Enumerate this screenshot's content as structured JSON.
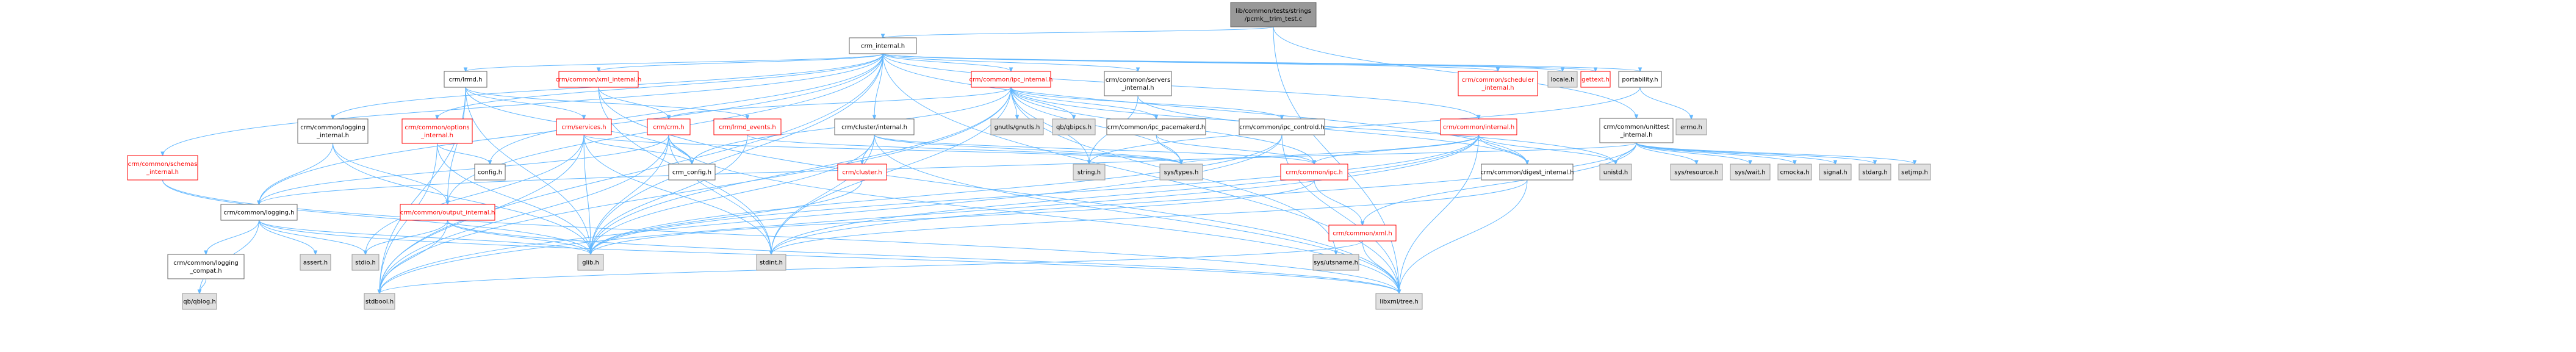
{
  "diagram": {
    "nodes": [
      {
        "id": "root",
        "label": [
          "lib/common/tests/strings",
          "/pcmk__trim_test.c"
        ],
        "style": "root"
      },
      {
        "id": "crm_internal",
        "label": [
          "crm_internal.h"
        ],
        "style": "plain"
      },
      {
        "id": "unittest",
        "label": [
          "crm/common/unittest",
          "_internal.h"
        ],
        "style": "plain"
      },
      {
        "id": "libxml_tree",
        "label": [
          "libxml/tree.h"
        ],
        "style": "sys"
      },
      {
        "id": "crm_lrmd",
        "label": [
          "crm/lrmd.h"
        ],
        "style": "plain"
      },
      {
        "id": "xml_internal",
        "label": [
          "crm/common/xml_internal.h"
        ],
        "style": "red"
      },
      {
        "id": "ipc_internal",
        "label": [
          "crm/common/ipc_internal.h"
        ],
        "style": "red"
      },
      {
        "id": "servers_internal",
        "label": [
          "crm/common/servers",
          "_internal.h"
        ],
        "style": "plain"
      },
      {
        "id": "scheduler_internal",
        "label": [
          "crm/common/scheduler",
          "_internal.h"
        ],
        "style": "red"
      },
      {
        "id": "locale",
        "label": [
          "locale.h"
        ],
        "style": "sys"
      },
      {
        "id": "gettext",
        "label": [
          "gettext.h"
        ],
        "style": "red"
      },
      {
        "id": "portability",
        "label": [
          "portability.h"
        ],
        "style": "plain"
      },
      {
        "id": "logging_internal",
        "label": [
          "crm/common/logging",
          "_internal.h"
        ],
        "style": "plain"
      },
      {
        "id": "options_internal",
        "label": [
          "crm/common/options",
          "_internal.h"
        ],
        "style": "red"
      },
      {
        "id": "schemas_internal",
        "label": [
          "crm/common/schemas",
          "_internal.h"
        ],
        "style": "red"
      },
      {
        "id": "cluster_internal",
        "label": [
          "crm/cluster/internal.h"
        ],
        "style": "plain"
      },
      {
        "id": "gnutls",
        "label": [
          "gnutls/gnutls.h"
        ],
        "style": "sys"
      },
      {
        "id": "qbipcs",
        "label": [
          "qb/qbipcs.h"
        ],
        "style": "sys"
      },
      {
        "id": "ipc_pacemakerd",
        "label": [
          "crm/common/ipc_pacemakerd.h"
        ],
        "style": "plain"
      },
      {
        "id": "ipc_controld",
        "label": [
          "crm/common/ipc_controld.h"
        ],
        "style": "plain"
      },
      {
        "id": "common_internal",
        "label": [
          "crm/common/internal.h"
        ],
        "style": "red"
      },
      {
        "id": "errno",
        "label": [
          "errno.h"
        ],
        "style": "sys"
      },
      {
        "id": "crm_services",
        "label": [
          "crm/services.h"
        ],
        "style": "red"
      },
      {
        "id": "crm_crm",
        "label": [
          "crm/crm.h"
        ],
        "style": "red"
      },
      {
        "id": "lrmd_events",
        "label": [
          "crm/lrmd_events.h"
        ],
        "style": "red"
      },
      {
        "id": "config",
        "label": [
          "config.h"
        ],
        "style": "plain"
      },
      {
        "id": "crm_config",
        "label": [
          "crm_config.h"
        ],
        "style": "plain"
      },
      {
        "id": "string",
        "label": [
          "string.h"
        ],
        "style": "sys"
      },
      {
        "id": "sys_types",
        "label": [
          "sys/types.h"
        ],
        "style": "sys"
      },
      {
        "id": "common_ipc",
        "label": [
          "crm/common/ipc.h"
        ],
        "style": "red"
      },
      {
        "id": "digest_internal",
        "label": [
          "crm/common/digest_internal.h"
        ],
        "style": "plain"
      },
      {
        "id": "unistd",
        "label": [
          "unistd.h"
        ],
        "style": "sys"
      },
      {
        "id": "common_logging",
        "label": [
          "crm/common/logging.h"
        ],
        "style": "plain"
      },
      {
        "id": "output_internal",
        "label": [
          "crm/common/output_internal.h"
        ],
        "style": "red"
      },
      {
        "id": "crm_cluster",
        "label": [
          "crm/cluster.h"
        ],
        "style": "red"
      },
      {
        "id": "sys_resource",
        "label": [
          "sys/resource.h"
        ],
        "style": "sys"
      },
      {
        "id": "sys_wait",
        "label": [
          "sys/wait.h"
        ],
        "style": "sys"
      },
      {
        "id": "cmocka",
        "label": [
          "cmocka.h"
        ],
        "style": "sys"
      },
      {
        "id": "signal",
        "label": [
          "signal.h"
        ],
        "style": "sys"
      },
      {
        "id": "stdarg",
        "label": [
          "stdarg.h"
        ],
        "style": "sys"
      },
      {
        "id": "setjmp",
        "label": [
          "setjmp.h"
        ],
        "style": "sys"
      },
      {
        "id": "logging_compat",
        "label": [
          "crm/common/logging",
          "_compat.h"
        ],
        "style": "plain"
      },
      {
        "id": "assert",
        "label": [
          "assert.h"
        ],
        "style": "sys"
      },
      {
        "id": "stdio",
        "label": [
          "stdio.h"
        ],
        "style": "sys"
      },
      {
        "id": "glib",
        "label": [
          "glib.h"
        ],
        "style": "sys"
      },
      {
        "id": "stdint",
        "label": [
          "stdint.h"
        ],
        "style": "sys"
      },
      {
        "id": "sys_utsname",
        "label": [
          "sys/utsname.h"
        ],
        "style": "sys"
      },
      {
        "id": "common_xml",
        "label": [
          "crm/common/xml.h"
        ],
        "style": "red"
      },
      {
        "id": "qblog",
        "label": [
          "qb/qblog.h"
        ],
        "style": "sys"
      },
      {
        "id": "stdbool",
        "label": [
          "stdbool.h"
        ],
        "style": "sys"
      }
    ],
    "edges": [
      [
        "root",
        "crm_internal"
      ],
      [
        "root",
        "unittest"
      ],
      [
        "root",
        "libxml_tree"
      ],
      [
        "crm_internal",
        "config"
      ],
      [
        "crm_internal",
        "glib"
      ],
      [
        "crm_internal",
        "stdbool"
      ],
      [
        "crm_internal",
        "libxml_tree"
      ],
      [
        "crm_internal",
        "crm_lrmd"
      ],
      [
        "crm_internal",
        "common_logging"
      ],
      [
        "crm_internal",
        "logging_internal"
      ],
      [
        "crm_internal",
        "ipc_internal"
      ],
      [
        "crm_internal",
        "options_internal"
      ],
      [
        "crm_internal",
        "output_internal"
      ],
      [
        "crm_internal",
        "xml_internal"
      ],
      [
        "crm_internal",
        "common_internal"
      ],
      [
        "crm_internal",
        "digest_internal"
      ],
      [
        "crm_internal",
        "schemas_internal"
      ],
      [
        "crm_internal",
        "servers_internal"
      ],
      [
        "crm_internal",
        "scheduler_internal"
      ],
      [
        "crm_internal",
        "cluster_internal"
      ],
      [
        "crm_internal",
        "locale"
      ],
      [
        "crm_internal",
        "gettext"
      ],
      [
        "crm_internal",
        "portability"
      ],
      [
        "unittest",
        "signal"
      ],
      [
        "unittest",
        "stdarg"
      ],
      [
        "unittest",
        "stddef"
      ],
      [
        "unittest",
        "setjmp"
      ],
      [
        "unittest",
        "cmocka"
      ],
      [
        "unittest",
        "sys_resource"
      ],
      [
        "unittest",
        "sys_wait"
      ],
      [
        "unittest",
        "unistd"
      ],
      [
        "unittest",
        "common_xml"
      ],
      [
        "unittest",
        "stdint"
      ],
      [
        "unittest",
        "sys_types"
      ],
      [
        "crm_lrmd",
        "stdbool"
      ],
      [
        "crm_lrmd",
        "glib"
      ],
      [
        "crm_lrmd",
        "crm_config"
      ],
      [
        "crm_lrmd",
        "crm_services"
      ],
      [
        "crm_lrmd",
        "lrmd_events"
      ],
      [
        "crm_lrmd",
        "output_internal"
      ],
      [
        "xml_internal",
        "crm_crm"
      ],
      [
        "xml_internal",
        "stdint"
      ],
      [
        "xml_internal",
        "libxml_tree"
      ],
      [
        "ipc_internal",
        "stdbool"
      ],
      [
        "ipc_internal",
        "stdint"
      ],
      [
        "ipc_internal",
        "sys_types"
      ],
      [
        "ipc_internal",
        "glib"
      ],
      [
        "ipc_internal",
        "gnutls"
      ],
      [
        "ipc_internal",
        "qbipcs"
      ],
      [
        "ipc_internal",
        "crm_config"
      ],
      [
        "ipc_internal",
        "crm_crm"
      ],
      [
        "ipc_internal",
        "common_ipc"
      ],
      [
        "ipc_internal",
        "ipc_controld"
      ],
      [
        "ipc_internal",
        "ipc_pacemakerd"
      ],
      [
        "ipc_internal",
        "sys_utsname"
      ],
      [
        "ipc_internal",
        "string"
      ],
      [
        "ipc_internal",
        "unistd"
      ],
      [
        "servers_internal",
        "digest_internal"
      ],
      [
        "servers_internal",
        "string"
      ],
      [
        "portability",
        "errno"
      ],
      [
        "portability",
        "string"
      ],
      [
        "logging_internal",
        "glib"
      ],
      [
        "logging_internal",
        "common_logging"
      ],
      [
        "logging_internal",
        "output_internal"
      ],
      [
        "options_internal",
        "config"
      ],
      [
        "options_internal",
        "glib"
      ],
      [
        "options_internal",
        "stdbool"
      ],
      [
        "schemas_internal",
        "glib"
      ],
      [
        "schemas_internal",
        "libxml_tree"
      ],
      [
        "cluster_internal",
        "stdint"
      ],
      [
        "cluster_internal",
        "glib"
      ],
      [
        "cluster_internal",
        "libxml_tree"
      ],
      [
        "cluster_internal",
        "crm_cluster"
      ],
      [
        "cluster_internal",
        "common_ipc"
      ],
      [
        "cluster_internal",
        "sys_types"
      ],
      [
        "ipc_pacemakerd",
        "sys_types"
      ],
      [
        "ipc_pacemakerd",
        "common_ipc"
      ],
      [
        "ipc_controld",
        "stdbool"
      ],
      [
        "ipc_controld",
        "glib"
      ],
      [
        "ipc_controld",
        "libxml_tree"
      ],
      [
        "common_internal",
        "unistd"
      ],
      [
        "common_internal",
        "stdbool"
      ],
      [
        "common_internal",
        "stdint"
      ],
      [
        "common_internal",
        "glib"
      ],
      [
        "common_internal",
        "libxml_tree"
      ],
      [
        "common_internal",
        "common_ipc"
      ],
      [
        "common_internal",
        "common_logging"
      ],
      [
        "common_internal",
        "digest_internal"
      ],
      [
        "crm_services",
        "stdio"
      ],
      [
        "crm_services",
        "stdbool"
      ],
      [
        "crm_services",
        "glib"
      ],
      [
        "crm_services",
        "stdint"
      ],
      [
        "crm_services",
        "sys_types"
      ],
      [
        "crm_services",
        "crm_config"
      ],
      [
        "crm_crm",
        "crm_config"
      ],
      [
        "crm_crm",
        "stdbool"
      ],
      [
        "crm_crm",
        "stdint"
      ],
      [
        "crm_crm",
        "glib"
      ],
      [
        "crm_crm",
        "libxml_tree"
      ],
      [
        "crm_crm",
        "common_logging"
      ],
      [
        "lrmd_events",
        "glib"
      ],
      [
        "lrmd_events",
        "sys_types"
      ],
      [
        "common_ipc",
        "sys_uio"
      ],
      [
        "common_ipc",
        "common_xml"
      ],
      [
        "common_ipc",
        "glib"
      ],
      [
        "digest_internal",
        "stdint"
      ],
      [
        "digest_internal",
        "libxml_tree"
      ],
      [
        "common_logging",
        "stdio"
      ],
      [
        "common_logging",
        "glib"
      ],
      [
        "common_logging",
        "qblog"
      ],
      [
        "common_logging",
        "libxml_tree"
      ],
      [
        "common_logging",
        "logging_compat"
      ],
      [
        "common_logging",
        "assert"
      ],
      [
        "output_internal",
        "stdbool"
      ],
      [
        "output_internal",
        "stdio"
      ],
      [
        "output_internal",
        "libxml_tree"
      ],
      [
        "output_internal",
        "glib"
      ],
      [
        "crm_cluster",
        "glib"
      ],
      [
        "logging_compat",
        "qblog"
      ],
      [
        "common_xml",
        "stdbool"
      ],
      [
        "common_xml",
        "libxml_tree"
      ]
    ]
  }
}
